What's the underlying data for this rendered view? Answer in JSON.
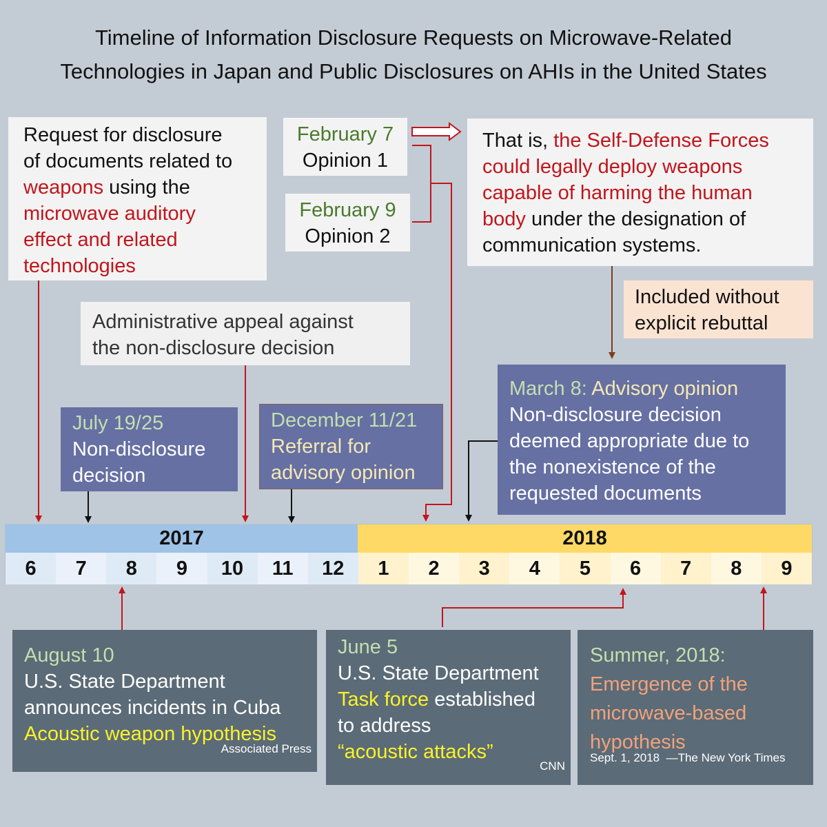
{
  "title": {
    "line1": "Timeline of Information Disclosure Requests on Microwave-Related",
    "line2": "Technologies in Japan and Public Disclosures on AHIs in the United States"
  },
  "request_box": {
    "l1": "Request for disclosure",
    "l2": "of documents related to",
    "l3_red": "weapons",
    "l3_rest": " using the",
    "l4": "microwave auditory",
    "l5": "effect and related",
    "l6": "technologies"
  },
  "opinion1": {
    "date": "February 7",
    "label": "Opinion 1"
  },
  "opinion2": {
    "date": "February 9",
    "label": "Opinion 2"
  },
  "conclusion_box": {
    "l1_pre": "That is, ",
    "l1_red": "the Self-Defense Forces",
    "l2": "could legally deploy weapons",
    "l3": "capable of harming the human",
    "l4_red": "body",
    "l4_rest": " under the designation of",
    "l5": "communication systems."
  },
  "rebuttal_box": {
    "l1": "Included without",
    "l2": "explicit rebuttal"
  },
  "appeal_box": {
    "l1": "Administrative appeal against",
    "l2": "the non-disclosure decision"
  },
  "july_box": {
    "date": "July 19/25",
    "l1": "Non-disclosure",
    "l2": "decision"
  },
  "december_box": {
    "date": "December 11/21",
    "l1": "Referral for",
    "l2": "advisory opinion"
  },
  "march_box": {
    "date": "March 8:",
    "rest": " Advisory opinion",
    "l2": "Non-disclosure decision",
    "l3": "deemed appropriate due to",
    "l4": "the nonexistence of the",
    "l5": "requested documents"
  },
  "timeline": {
    "years": [
      {
        "label": "2017",
        "color": "#9fc3e6"
      },
      {
        "label": "2018",
        "color": "#ffd966"
      }
    ],
    "months_2017": [
      "6",
      "7",
      "8",
      "9",
      "10",
      "11",
      "12"
    ],
    "months_2018": [
      "1",
      "2",
      "3",
      "4",
      "5",
      "6",
      "7",
      "8",
      "9"
    ],
    "month_colors_2017": [
      "#deebf7",
      "#eaf1fb"
    ],
    "month_colors_2018": [
      "#fff2cc",
      "#fff8e1"
    ]
  },
  "august_box": {
    "date": "August 10",
    "l2": "U.S. State Department",
    "l3": "announces incidents in Cuba",
    "l4": "Acoustic weapon hypothesis",
    "source": "Associated Press"
  },
  "june_box": {
    "date": "June 5",
    "l2": "U.S. State Department",
    "l3_yellow": "Task force",
    "l3_rest": " established",
    "l4": "to address",
    "l5": "“acoustic attacks”",
    "source": "CNN"
  },
  "summer_box": {
    "date": "Summer, 2018:",
    "l2": "Emergence of the",
    "l3": "microwave-based",
    "l4": "hypothesis",
    "source": "Sept. 1, 2018  —The New York Times"
  },
  "colors": {
    "red_arrow": "#c2151c",
    "brown_arrow": "#7b3f1c",
    "black_arrow": "#111111"
  }
}
